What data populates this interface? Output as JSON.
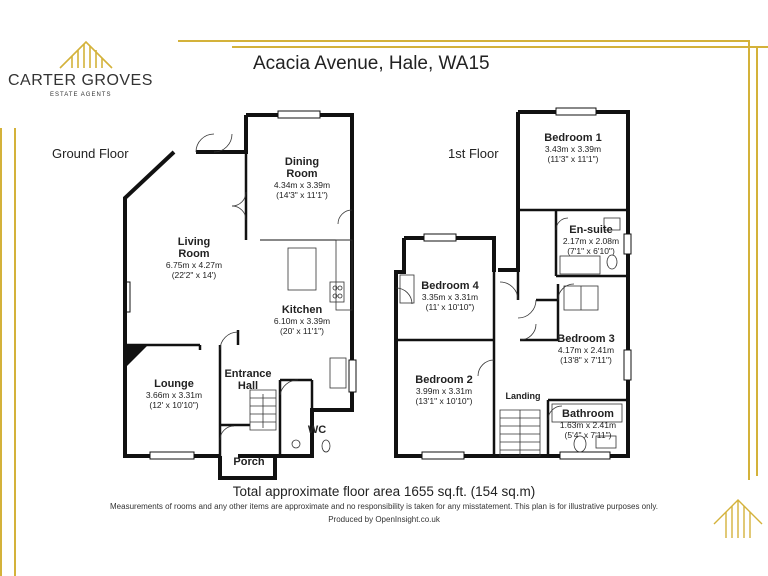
{
  "brand": {
    "name": "CARTER GROVES",
    "tagline": "ESTATE AGENTS",
    "accent_color": "#d4b23a"
  },
  "title": "Acacia Avenue, Hale, WA15",
  "floors": {
    "ground": {
      "label": "Ground Floor",
      "rooms": [
        {
          "name": "Dining Room",
          "dims": "4.34m x 3.39m",
          "imperial": "(14'3\" x 11'1\")"
        },
        {
          "name": "Living Room",
          "dims": "6.75m x 4.27m",
          "imperial": "(22'2\" x 14')"
        },
        {
          "name": "Kitchen",
          "dims": "6.10m x 3.39m",
          "imperial": "(20' x 11'1\")"
        },
        {
          "name": "Lounge",
          "dims": "3.66m x 3.31m",
          "imperial": "(12' x 10'10\")"
        },
        {
          "name": "Entrance Hall"
        },
        {
          "name": "WC"
        },
        {
          "name": "Porch"
        }
      ]
    },
    "first": {
      "label": "1st Floor",
      "rooms": [
        {
          "name": "Bedroom 1",
          "dims": "3.43m x 3.39m",
          "imperial": "(11'3\" x 11'1\")"
        },
        {
          "name": "En-suite",
          "dims": "2.17m x 2.08m",
          "imperial": "(7'1\" x 6'10\")"
        },
        {
          "name": "Bedroom 4",
          "dims": "3.35m x 3.31m",
          "imperial": "(11' x 10'10\")"
        },
        {
          "name": "Bedroom 3",
          "dims": "4.17m x 2.41m",
          "imperial": "(13'8\" x 7'11\")"
        },
        {
          "name": "Bedroom 2",
          "dims": "3.99m x 3.31m",
          "imperial": "(13'1\" x 10'10\")"
        },
        {
          "name": "Landing"
        },
        {
          "name": "Bathroom",
          "dims": "1.63m x 2.41m",
          "imperial": "(5'4\" x 7'11\")"
        }
      ]
    }
  },
  "total_area": "Total approximate floor area 1655 sq.ft. (154 sq.m)",
  "disclaimer": "Measurements of rooms and any other items are approximate and no responsibility is taken for any misstatement. This plan is for illustrative purposes only.",
  "credit": "Produced by OpenInsight.co.uk"
}
